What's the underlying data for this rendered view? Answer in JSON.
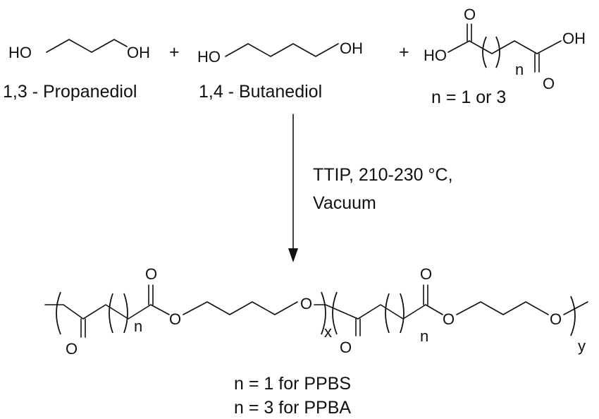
{
  "reactants": {
    "propanediol": {
      "left_atom": "HO",
      "right_atom": "OH",
      "name": "1,3 - Propanediol"
    },
    "plus_1": "+",
    "butanediol": {
      "left_atom": "HO",
      "right_atom": "OH",
      "name": "1,4 - Butanediol"
    },
    "plus_2": "+",
    "diacid": {
      "left_atom": "HO",
      "right_atom": "OH",
      "carbonyl_o_left": "O",
      "carbonyl_o_right": "O",
      "subscript": "n",
      "note": "n = 1 or 3"
    }
  },
  "conditions": {
    "line1": "TTIP, 210-230 °C,",
    "line2": "Vacuum"
  },
  "product": {
    "block1": {
      "carbonyl_o_left": "O",
      "carbonyl_o_right": "O",
      "ester_o": "O",
      "ether_o": "O",
      "subscript": "n",
      "repeat_label": "x"
    },
    "block2": {
      "carbonyl_o_left": "O",
      "carbonyl_o_right": "O",
      "ester_o": "O",
      "end_o": "O",
      "subscript": "n",
      "repeat_label": "y"
    }
  },
  "notes": {
    "line1": "n = 1 for PPBS",
    "line2": "n = 3 for PPBA"
  }
}
